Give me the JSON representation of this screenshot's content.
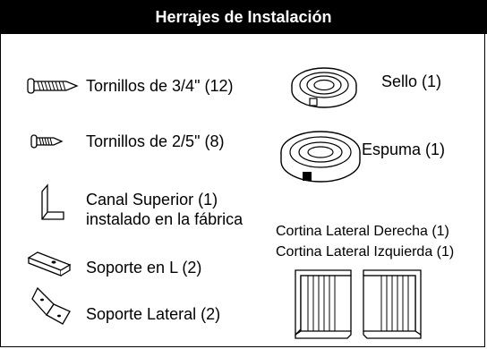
{
  "header": {
    "title": "Herrajes de Instalación"
  },
  "left_items": [
    {
      "label": "Tornillos de 3/4\" (12)",
      "icon": "long-screw-icon"
    },
    {
      "label": "Tornillos de 2/5\" (8)",
      "icon": "short-screw-icon"
    },
    {
      "label": "Canal Superior (1)",
      "label2": "instalado en la fábrica",
      "icon": "top-channel-icon"
    },
    {
      "label": "Soporte en L (2)",
      "icon": "l-bracket-icon"
    },
    {
      "label": "Soporte Lateral (2)",
      "icon": "side-bracket-icon"
    }
  ],
  "right_items": [
    {
      "label": "Sello (1)",
      "icon": "seal-coil-icon"
    },
    {
      "label": "Espuma (1)",
      "icon": "foam-coil-icon"
    },
    {
      "label": "Cortina Lateral Derecha (1)",
      "icon": "right-side-curtain-icon"
    },
    {
      "label": "Cortina Lateral Izquierda (1)",
      "icon": "left-side-curtain-icon"
    }
  ]
}
